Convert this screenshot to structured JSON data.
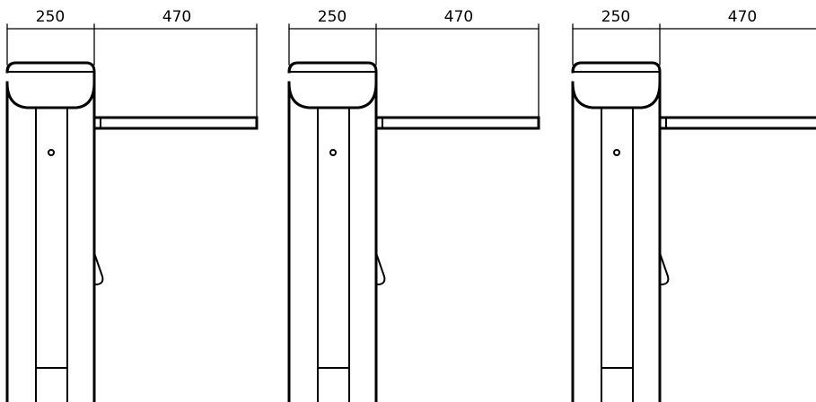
{
  "dimensions": {
    "post_width": "250",
    "arm_length": "470"
  },
  "units": [
    {
      "id": "unit-1"
    },
    {
      "id": "unit-2"
    },
    {
      "id": "unit-3"
    }
  ],
  "colors": {
    "line": "#000000",
    "background": "#ffffff"
  }
}
